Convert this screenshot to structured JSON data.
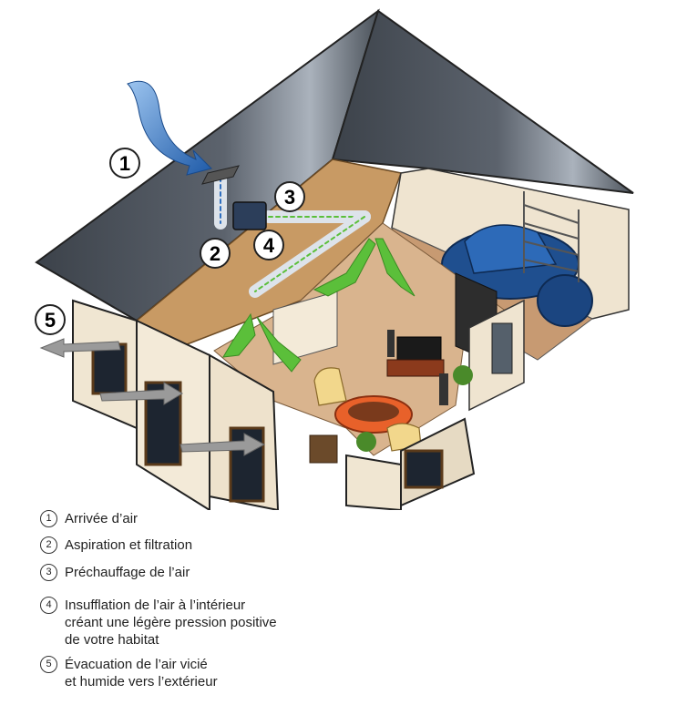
{
  "callouts": [
    {
      "num": "1",
      "label": "Arrivée d’air"
    },
    {
      "num": "2",
      "label": "Aspiration et filtration"
    },
    {
      "num": "3",
      "label": "Préchauffage de l’air"
    },
    {
      "num": "4",
      "label": "Insufflation de l’air à l’intérieur\ncréant une légère pression positive\nde votre habitat"
    },
    {
      "num": "5",
      "label": "Évacuation de l’air vicié\net humide vers l’extérieur"
    }
  ],
  "colors": {
    "roof": "#4a5058",
    "wall": "#f0e6d2",
    "attic": "#c89a64",
    "floor": "#d9b48e",
    "intake_arrow": "#2f6fc0",
    "supply_arrow": "#5bbf3a",
    "exhaust_arrow": "#8a8a8a",
    "duct": "#dde3ea",
    "car": "#1f4f8f"
  }
}
